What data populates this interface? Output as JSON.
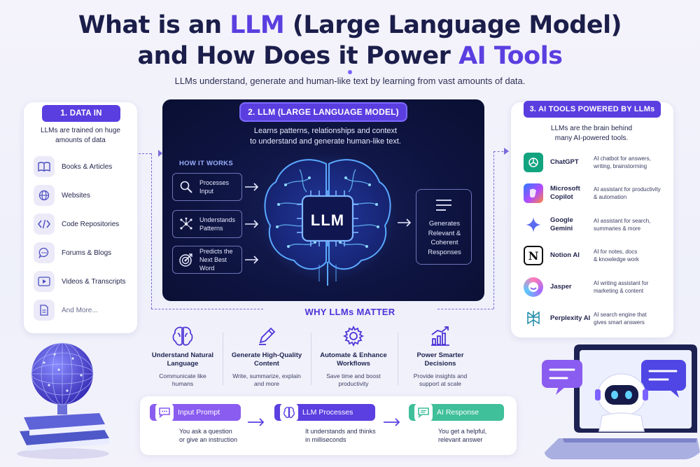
{
  "title": {
    "line1_pre": "What is an ",
    "line1_accent": "LLM",
    "line1_post": " (Large Language Model)",
    "line2_pre": "and How Does it Power ",
    "line2_accent": "AI Tools"
  },
  "subtitle": "LLMs understand, generate and human-like text by learning from vast amounts of data.",
  "data_in": {
    "label": "1. DATA IN",
    "description": "LLMs are trained on huge amounts of data",
    "items": [
      {
        "label": "Books & Articles",
        "icon": "book-icon"
      },
      {
        "label": "Websites",
        "icon": "globe-icon"
      },
      {
        "label": "Code Repositories",
        "icon": "code-icon"
      },
      {
        "label": "Forums & Blogs",
        "icon": "chat-icon"
      },
      {
        "label": "Videos & Transcripts",
        "icon": "video-icon"
      },
      {
        "label": "And More...",
        "icon": "document-icon"
      }
    ]
  },
  "llm": {
    "label": "2. LLM (LARGE LANGUAGE MODEL)",
    "description_line1": "Learns patterns, relationships and context",
    "description_line2": "to understand and generate human-like text.",
    "how_it_works": "HOW IT WORKS",
    "steps": [
      {
        "line1": "Processes",
        "line2": "Input",
        "icon": "magnifier-icon"
      },
      {
        "line1": "Understands",
        "line2": "Patterns",
        "icon": "network-icon"
      },
      {
        "line1": "Predicts the",
        "line2": "Next Best Word",
        "icon": "target-icon"
      }
    ],
    "chip": "LLM",
    "output": [
      "Generates",
      "Relevant &",
      "Coherent",
      "Responses"
    ]
  },
  "ai_tools": {
    "label": "3. AI TOOLS POWERED BY LLMs",
    "description_line1": "LLMs are the brain behind",
    "description_line2": "many AI-powered tools.",
    "tools": [
      {
        "name_line1": "ChatGPT",
        "name_line2": "",
        "desc_line1": "AI chatbot for answers,",
        "desc_line2": "writing, brainstorming",
        "icon": "chatgpt-logo-icon"
      },
      {
        "name_line1": "Microsoft",
        "name_line2": "Copilot",
        "desc_line1": "AI assistant for productivity",
        "desc_line2": "& automation",
        "icon": "copilot-logo-icon"
      },
      {
        "name_line1": "Google",
        "name_line2": "Gemini",
        "desc_line1": "AI assistant for search,",
        "desc_line2": "summaries & more",
        "icon": "gemini-logo-icon"
      },
      {
        "name_line1": "Notion AI",
        "name_line2": "",
        "desc_line1": "AI for notes, docs",
        "desc_line2": "& knowledge work",
        "icon": "notion-logo-icon"
      },
      {
        "name_line1": "Jasper",
        "name_line2": "",
        "desc_line1": "AI writing assistant for",
        "desc_line2": "marketing & content",
        "icon": "jasper-logo-icon"
      },
      {
        "name_line1": "Perplexity AI",
        "name_line2": "",
        "desc_line1": "AI search engine that",
        "desc_line2": "gives smart answers",
        "icon": "perplexity-logo-icon"
      }
    ]
  },
  "why": {
    "title": "WHY LLMs MATTER",
    "items": [
      {
        "head_line1": "Understand Natural",
        "head_line2": "Language",
        "desc_line1": "Communicate like",
        "desc_line2": "humans",
        "icon": "brain-icon"
      },
      {
        "head_line1": "Generate High-Quality",
        "head_line2": "Content",
        "desc_line1": "Write, summarize, explain",
        "desc_line2": "and more",
        "icon": "pencil-icon"
      },
      {
        "head_line1": "Automate & Enhance",
        "head_line2": "Workflows",
        "desc_line1": "Save time and boost",
        "desc_line2": "productivity",
        "icon": "gear-icon"
      },
      {
        "head_line1": "Power Smarter",
        "head_line2": "Decisions",
        "desc_line1": "Provide insights and",
        "desc_line2": "support at scale",
        "icon": "bar-chart-icon"
      }
    ]
  },
  "flow": [
    {
      "label": "Input Prompt",
      "desc_line1": "You ask a question",
      "desc_line2": "or give an instruction",
      "color": "#8a5cf0",
      "icon": "speech-bubble-icon"
    },
    {
      "label": "LLM Processes",
      "desc_line1": "It understands and thinks",
      "desc_line2": "in milliseconds",
      "color": "#5b3fe0",
      "icon": "brain-icon"
    },
    {
      "label": "AI Response",
      "desc_line1": "You get a helpful,",
      "desc_line2": "relevant answer",
      "color": "#3fbf9a",
      "icon": "message-icon"
    }
  ],
  "colors": {
    "accent": "#5b3fe0",
    "navy": "#1b1e4a",
    "panel": "#0e1440",
    "teal": "#3fbf9a"
  }
}
